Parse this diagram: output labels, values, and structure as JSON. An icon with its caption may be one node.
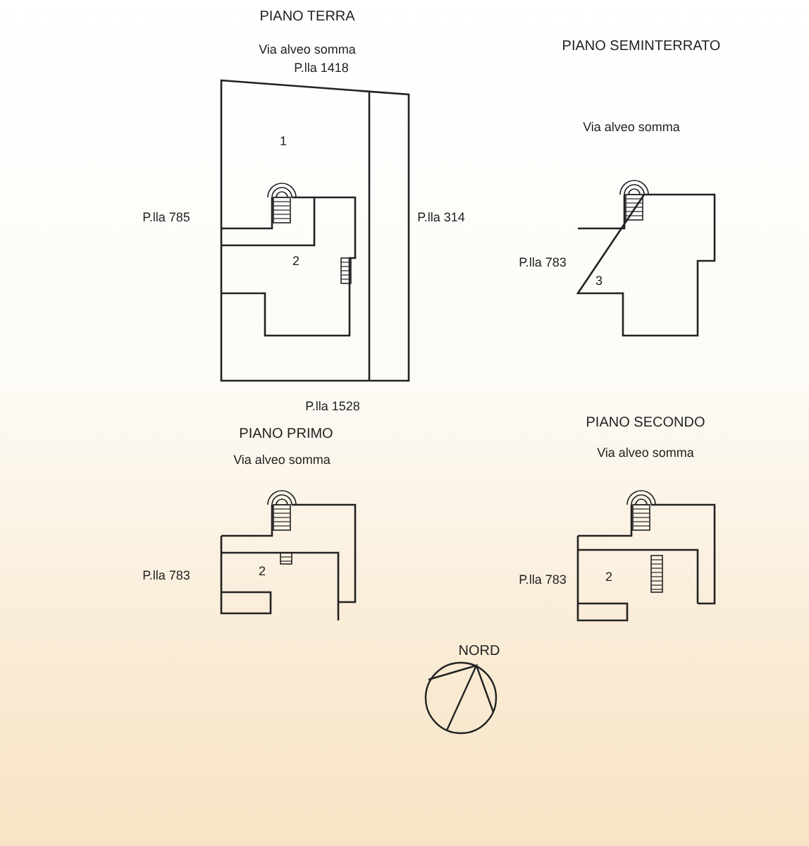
{
  "diagram": {
    "labels": [
      "PIANO TERRA",
      "Via alveo somma",
      "P.lla 1418",
      "PIANO SEMINTERRATO",
      "Via alveo somma",
      "1",
      "P.lla 785",
      "P.lla 314",
      "2",
      "P.lla 783",
      "3",
      "P.lla 1528",
      "PIANO SECONDO",
      "PIANO PRIMO",
      "Via alveo somma",
      "Via alveo somma",
      "P.lla 783",
      "2",
      "P.lla 783",
      "2",
      "NORD"
    ]
  }
}
